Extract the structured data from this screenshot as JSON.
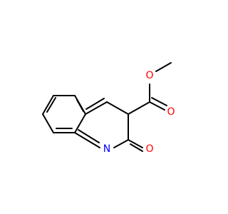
{
  "molecule": {
    "atoms": {
      "oxygen_ester_single": {
        "label": "O",
        "color": "#ff0000"
      },
      "oxygen_ester_double": {
        "label": "O",
        "color": "#ff0000"
      },
      "oxygen_ketone": {
        "label": "O",
        "color": "#ff0000"
      },
      "nitrogen_ring": {
        "label": "N",
        "color": "#0000ff"
      }
    },
    "bond_color": "#000000"
  }
}
